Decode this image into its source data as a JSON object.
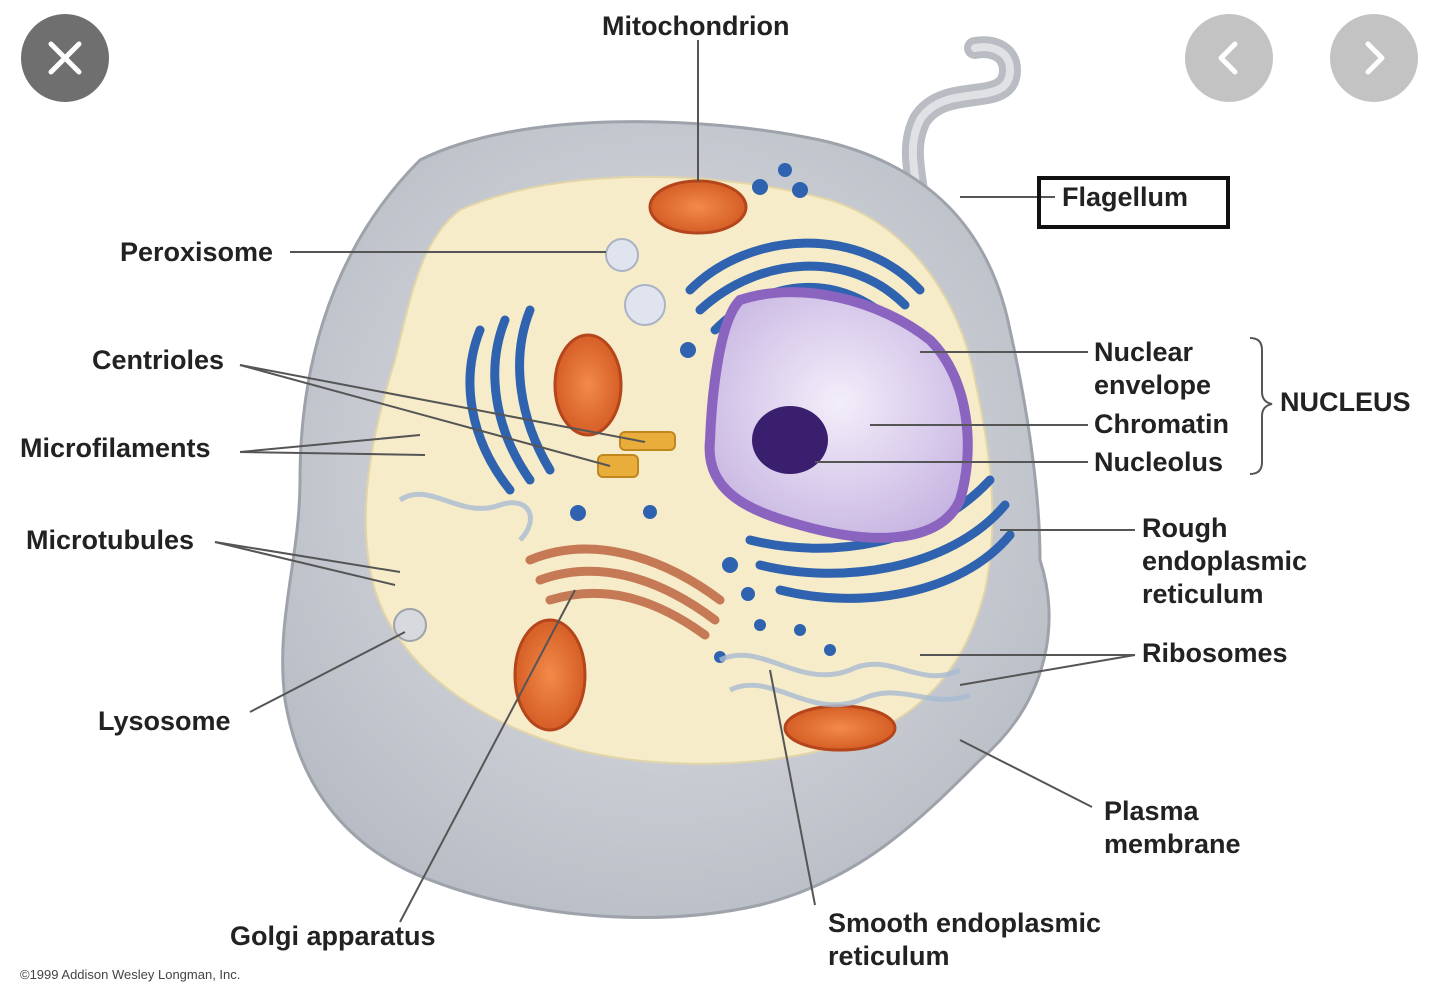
{
  "viewer": {
    "close_icon": "close-icon",
    "prev_icon": "chevron-left-icon",
    "next_icon": "chevron-right-icon"
  },
  "labels": {
    "mitochondrion": "Mitochondrion",
    "flagellum": "Flagellum",
    "peroxisome": "Peroxisome",
    "centrioles": "Centrioles",
    "microfilaments": "Microfilaments",
    "microtubules": "Microtubules",
    "lysosome": "Lysosome",
    "golgi": "Golgi apparatus",
    "nuclear_envelope": "Nuclear\nenvelope",
    "chromatin": "Chromatin",
    "nucleolus": "Nucleolus",
    "nucleus_group": "NUCLEUS",
    "rough_er": "Rough\nendoplasmic\nreticulum",
    "ribosomes": "Ribosomes",
    "plasma_membrane": "Plasma\nmembrane",
    "smooth_er": "Smooth endoplasmic\nreticulum"
  },
  "copyright": "©1999 Addison Wesley Longman, Inc.",
  "colors": {
    "membrane": "#c9ccd2",
    "cytoplasm": "#f7ecc9",
    "rough_er": "#2f63b0",
    "mitochondria": "#e56a2a",
    "nucleus": "#a183c6",
    "nucleolus": "#3a1f6e",
    "golgi": "#c57a55",
    "leader_line": "#555555"
  }
}
